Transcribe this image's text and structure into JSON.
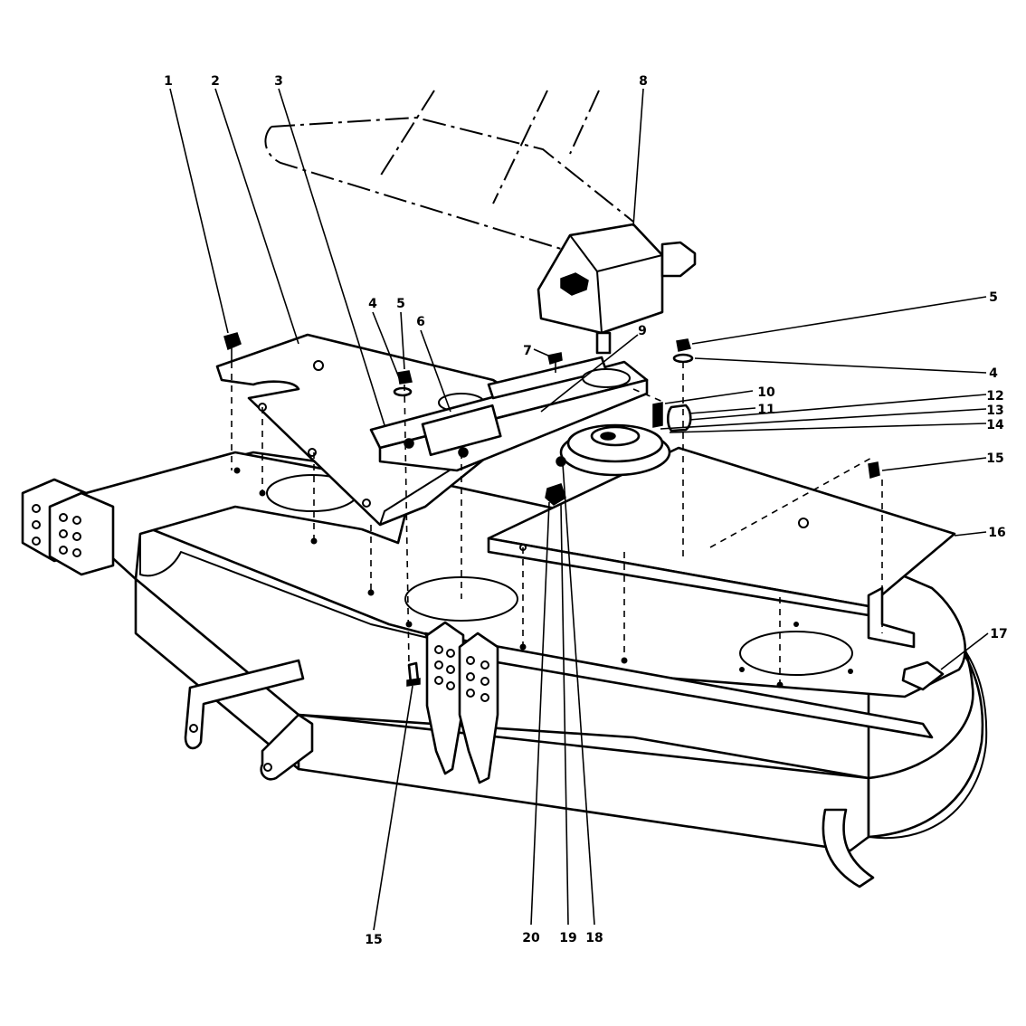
{
  "callouts": [
    {
      "id": "c1",
      "label": "1"
    },
    {
      "id": "c2",
      "label": "2"
    },
    {
      "id": "c3",
      "label": "3"
    },
    {
      "id": "c4a",
      "label": "4"
    },
    {
      "id": "c5a",
      "label": "5"
    },
    {
      "id": "c6",
      "label": "6"
    },
    {
      "id": "c7",
      "label": "7"
    },
    {
      "id": "c8",
      "label": "8"
    },
    {
      "id": "c9",
      "label": "9"
    },
    {
      "id": "c5b",
      "label": "5"
    },
    {
      "id": "c4b",
      "label": "4"
    },
    {
      "id": "c10",
      "label": "10"
    },
    {
      "id": "c11",
      "label": "11"
    },
    {
      "id": "c12",
      "label": "12"
    },
    {
      "id": "c13",
      "label": "13"
    },
    {
      "id": "c14",
      "label": "14"
    },
    {
      "id": "c15a",
      "label": "15"
    },
    {
      "id": "c16",
      "label": "16"
    },
    {
      "id": "c17",
      "label": "17"
    },
    {
      "id": "c15b",
      "label": "15"
    },
    {
      "id": "c20",
      "label": "20"
    },
    {
      "id": "c19",
      "label": "19"
    },
    {
      "id": "c18",
      "label": "18"
    }
  ]
}
